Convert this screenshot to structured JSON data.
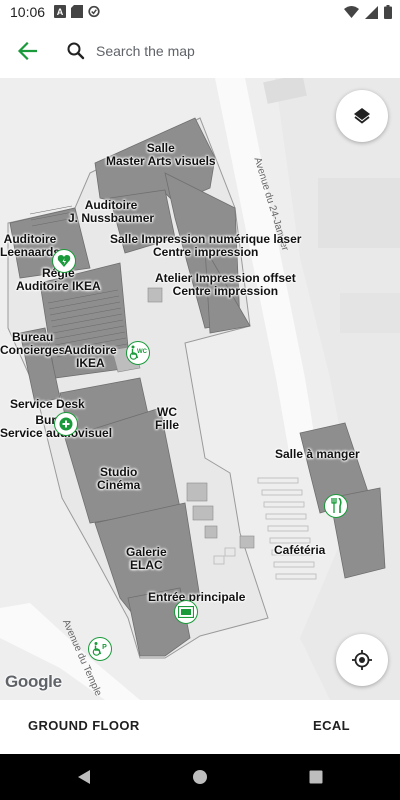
{
  "status_bar": {
    "time": "10:06",
    "left_icons": [
      "text-a-icon",
      "sd-card-icon",
      "data-saver-icon"
    ],
    "right_icons": [
      "wifi-icon",
      "signal-icon",
      "battery-icon"
    ]
  },
  "toolbar": {
    "back_icon": "arrow-left-icon",
    "search_icon": "search-icon",
    "search_placeholder": "Search the map",
    "accent_color": "#1a9a3a"
  },
  "map": {
    "labels": {
      "salle_master": "Salle\nMaster Arts visuels",
      "auditoire_nussbaumer": "Auditoire\nJ. Nussbaumer",
      "auditoire_leenaards": "Auditoire\nLeenaards",
      "salle_impression": "Salle Impression numérique laser\nCentre impression",
      "regie_ikea": "Régie\nAuditoire IKEA",
      "atelier_offset": "Atelier Impression offset\nCentre impression",
      "bureau_concierges": "Bureau\nConcierges",
      "auditoire_ikea": "Auditoire\nIKEA",
      "service_desk": "Service Desk",
      "bureau_av": "Bureau\nService audiovisuel",
      "wc_fille": "WC\nFille",
      "studio_cinema": "Studio\nCinéma",
      "salle_manger": "Salle à manger",
      "cafeteria": "Cafétéria",
      "galerie_elac": "Galerie\nELAC",
      "entree_principale": "Entrée principale"
    },
    "streets": {
      "avenue_24_janvier": "Avenue du 24-Janvier",
      "avenue_temple": "Avenue du Temple"
    },
    "poi_icons": [
      "defibrillator-icon",
      "accessible-wc-icon",
      "first-aid-icon",
      "restaurant-icon",
      "ticket-icon",
      "accessible-parking-icon"
    ],
    "layers_icon": "layers-icon",
    "my_location_icon": "my-location-icon",
    "google_logo": "Google"
  },
  "bottom_bar": {
    "floor_label": "GROUND FLOOR",
    "building_label": "ECAL"
  },
  "nav_bar": {
    "buttons": [
      "back-triangle-icon",
      "home-circle-icon",
      "recents-square-icon"
    ]
  }
}
